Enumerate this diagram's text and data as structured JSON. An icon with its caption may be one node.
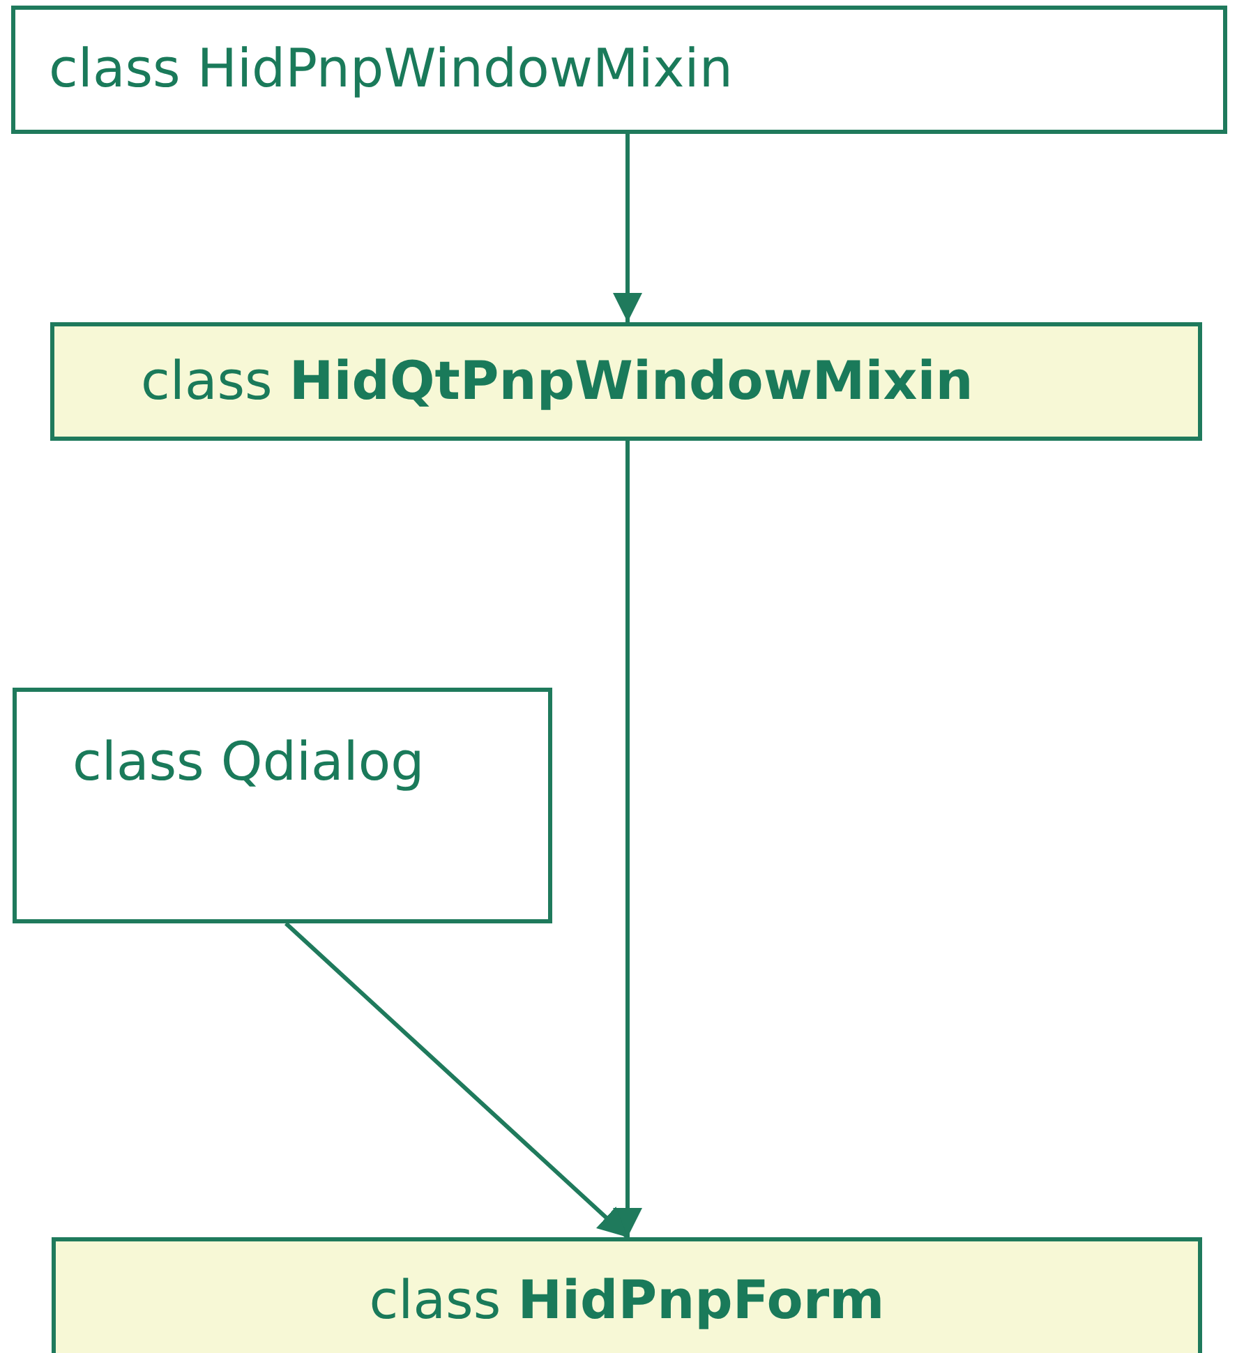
{
  "diagram": {
    "nodes": [
      {
        "text": [
          "class HidPnpWindowMixin"
        ]
      },
      {
        "text": [
          "class **HidQtPnpWindowMixin**"
        ]
      },
      {
        "text": [
          "class Qdialog"
        ]
      },
      {
        "text": [
          "class **HidPnpForm**"
        ]
      }
    ],
    "edges": [
      {
        "from": 0,
        "to": 1,
        "arrow": "to"
      },
      {
        "from": 1,
        "to": 3,
        "arrow": "to"
      },
      {
        "from": 2,
        "to": 3,
        "arrow": "to"
      }
    ]
  }
}
